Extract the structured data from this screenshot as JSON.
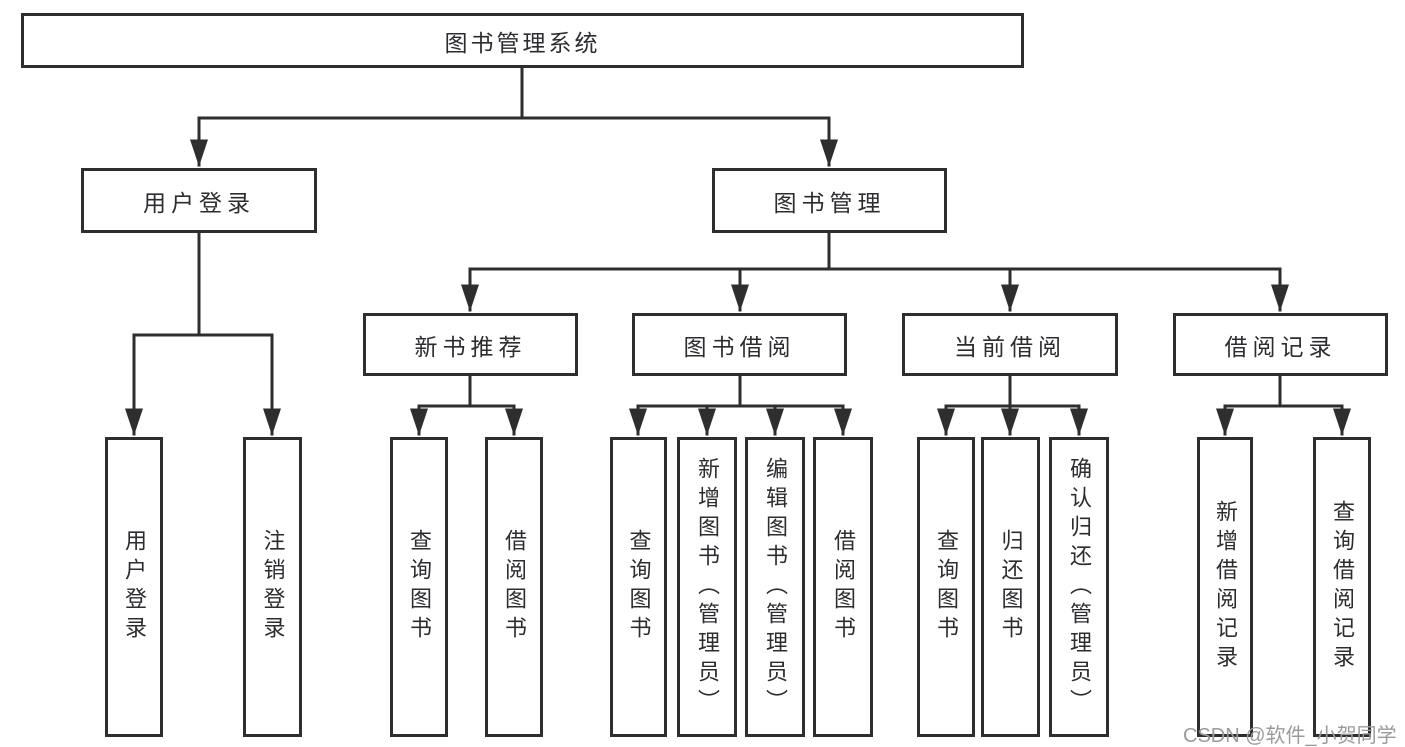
{
  "nodes": {
    "root": {
      "label": "图书管理系统"
    },
    "level2": [
      {
        "label": "用户登录"
      },
      {
        "label": "图书管理"
      }
    ],
    "level3": [
      {
        "label": "新书推荐"
      },
      {
        "label": "图书借阅"
      },
      {
        "label": "当前借阅"
      },
      {
        "label": "借阅记录"
      }
    ],
    "leaves_user_login": [
      {
        "label": "用户登录"
      },
      {
        "label": "注销登录"
      }
    ],
    "leaves_new_books": [
      {
        "label": "查询图书"
      },
      {
        "label": "借阅图书"
      }
    ],
    "leaves_book_borrow": [
      {
        "label": "查询图书"
      },
      {
        "label": "新增图书（管理员）"
      },
      {
        "label": "编辑图书（管理员）"
      },
      {
        "label": "借阅图书"
      }
    ],
    "leaves_current_borrow": [
      {
        "label": "查询图书"
      },
      {
        "label": "归还图书"
      },
      {
        "label": "确认归还（管理员）"
      }
    ],
    "leaves_borrow_records": [
      {
        "label": "新增借阅记录"
      },
      {
        "label": "查询借阅记录"
      }
    ]
  },
  "watermark": {
    "text": "CSDN @软件_小贺同学"
  },
  "colors": {
    "line": "#2e2e2e",
    "box_border": "#2e2e2e",
    "text": "#2d2d31",
    "watermark": "#9b9b9b",
    "background": "#ffffff"
  }
}
